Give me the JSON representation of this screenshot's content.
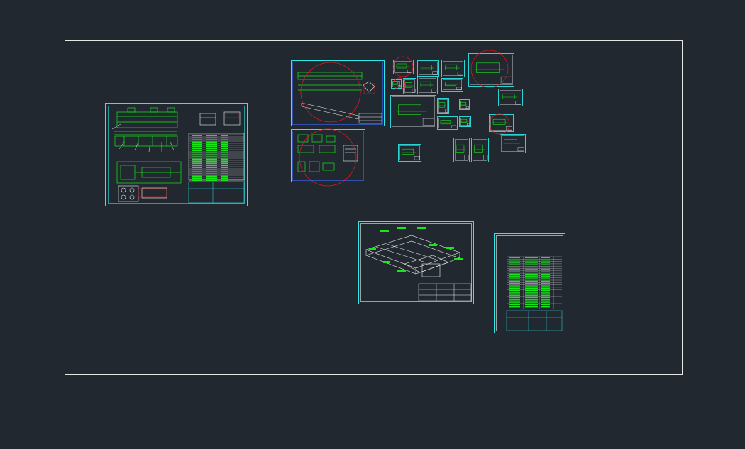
{
  "colors": {
    "background": "#212830",
    "paper_border": "#e6e6e6",
    "sheet_frame": "#2ee6e6",
    "linework": "#19e619",
    "white_lines": "#f0f0f0",
    "highlight_circle": "#e01a1a",
    "title_block": "#2ee6e6"
  },
  "sheets": [
    {
      "name": "sheet-assembly-layout",
      "kind": "assembly"
    },
    {
      "name": "sheet-long-beam-part",
      "kind": "part"
    },
    {
      "name": "sheet-components-detail",
      "kind": "part"
    },
    {
      "name": "sheet-isometric-view",
      "kind": "isometric"
    },
    {
      "name": "sheet-parts-list",
      "kind": "bom"
    },
    {
      "name": "sheet-small-detail",
      "kind": "part"
    }
  ],
  "icons": {
    "highlight": "revision-circle-icon"
  }
}
